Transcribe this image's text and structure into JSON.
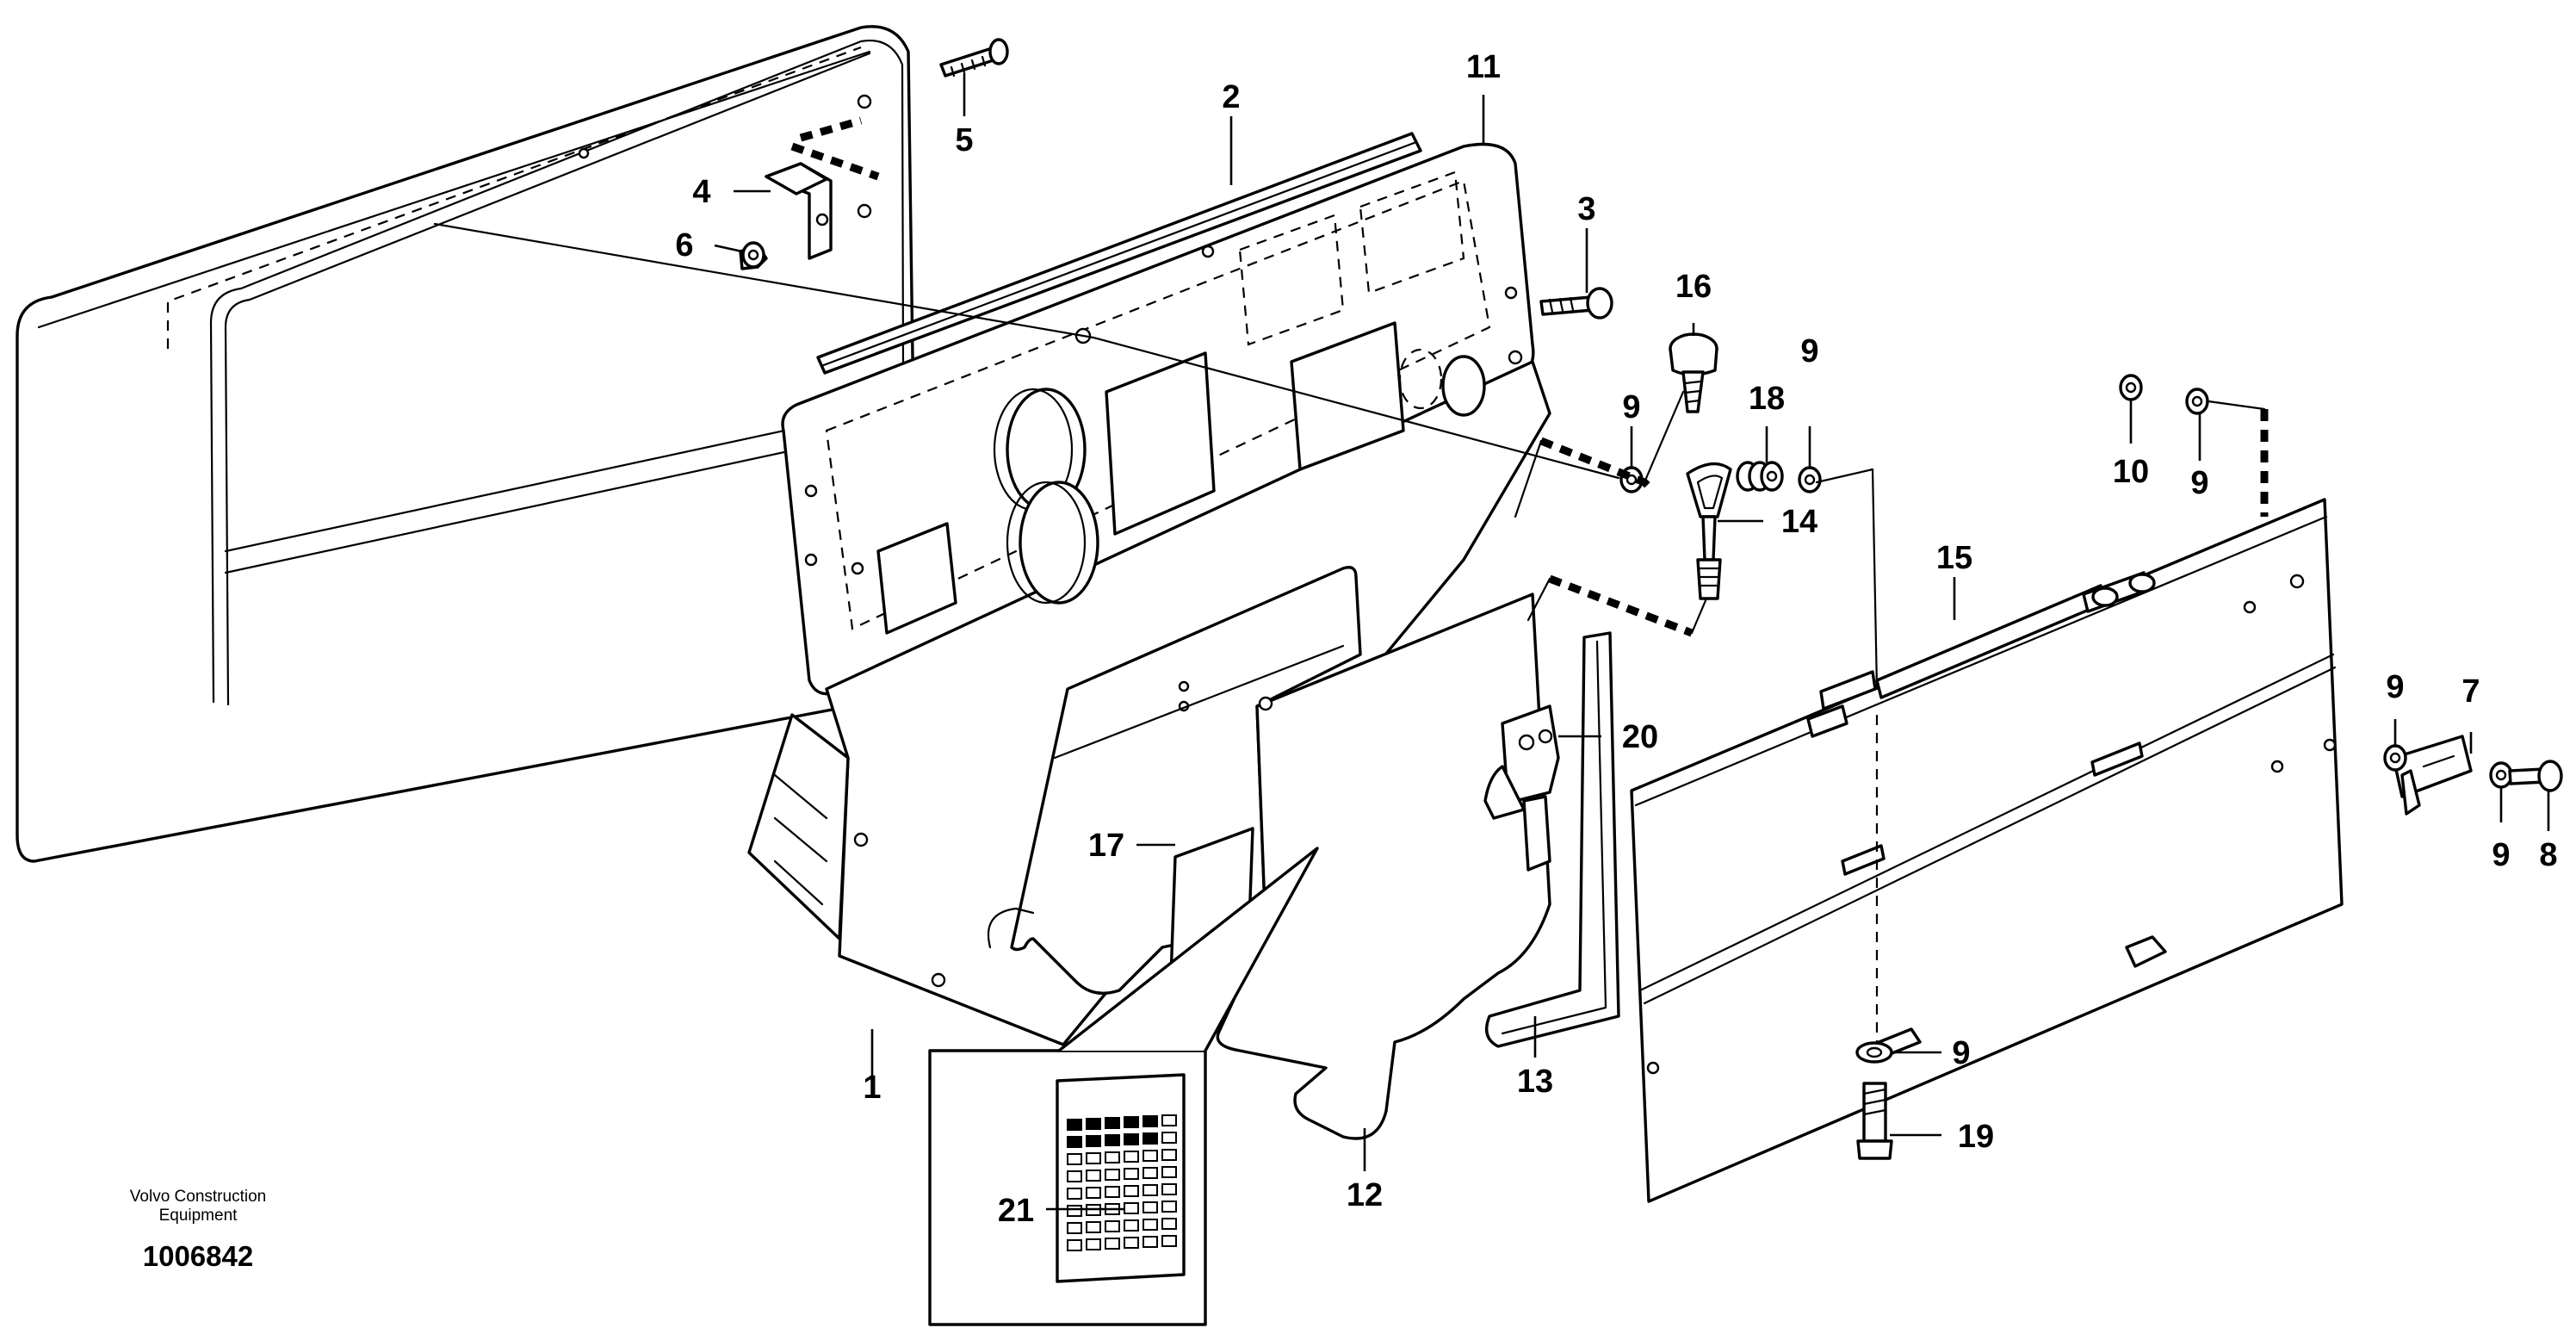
{
  "callouts": {
    "c1": "1",
    "c2": "2",
    "c3": "3",
    "c4": "4",
    "c5": "5",
    "c6": "6",
    "c7": "7",
    "c8": "8",
    "c9a": "9",
    "c9b": "9",
    "c9c": "9",
    "c9d": "9",
    "c9e": "9",
    "c9f": "9",
    "c10": "10",
    "c11": "11",
    "c12": "12",
    "c13": "13",
    "c14": "14",
    "c15": "15",
    "c16": "16",
    "c17": "17",
    "c18": "18",
    "c19": "19",
    "c20": "20",
    "c21": "21"
  },
  "credit": {
    "line1": "Volvo Construction",
    "line2": "Equipment"
  },
  "drawing_number": "1006842"
}
